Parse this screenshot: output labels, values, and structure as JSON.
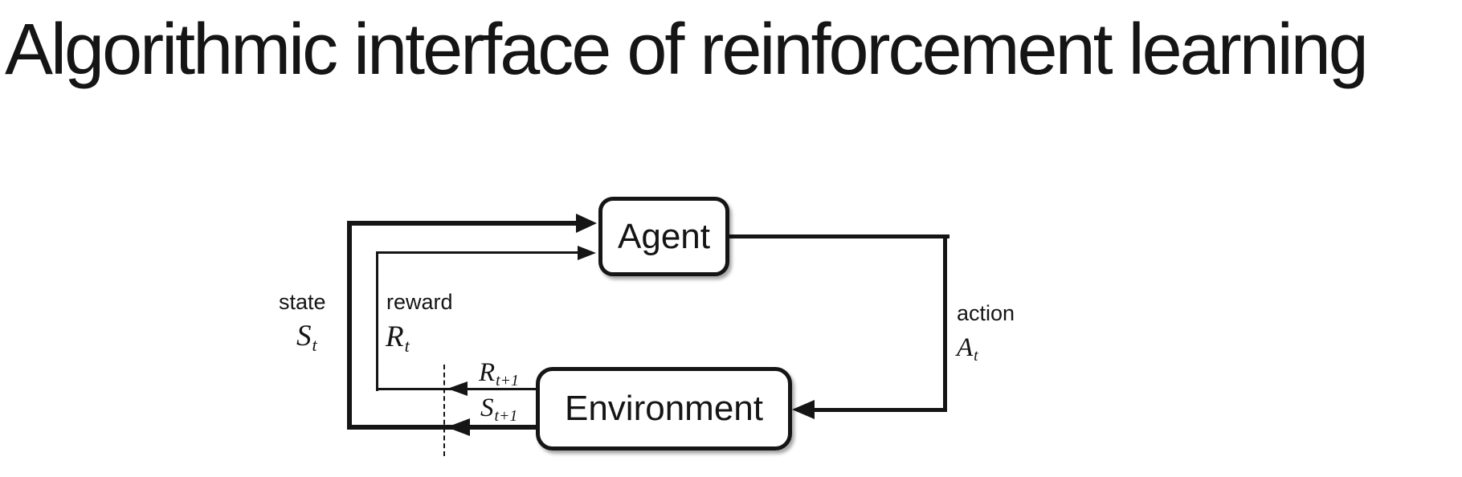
{
  "title": "Algorithmic interface of reinforcement learning",
  "diagram": {
    "nodes": {
      "agent": "Agent",
      "environment": "Environment"
    },
    "labels": {
      "state_word": "state",
      "state_symbol": "S",
      "state_sub": "t",
      "reward_word": "reward",
      "reward_symbol": "R",
      "reward_sub": "t",
      "action_word": "action",
      "action_symbol": "A",
      "action_sub": "t",
      "next_reward_symbol": "R",
      "next_reward_sub": "t+1",
      "next_state_symbol": "S",
      "next_state_sub": "t+1"
    },
    "colors": {
      "ink": "#151515",
      "background": "#ffffff"
    }
  }
}
